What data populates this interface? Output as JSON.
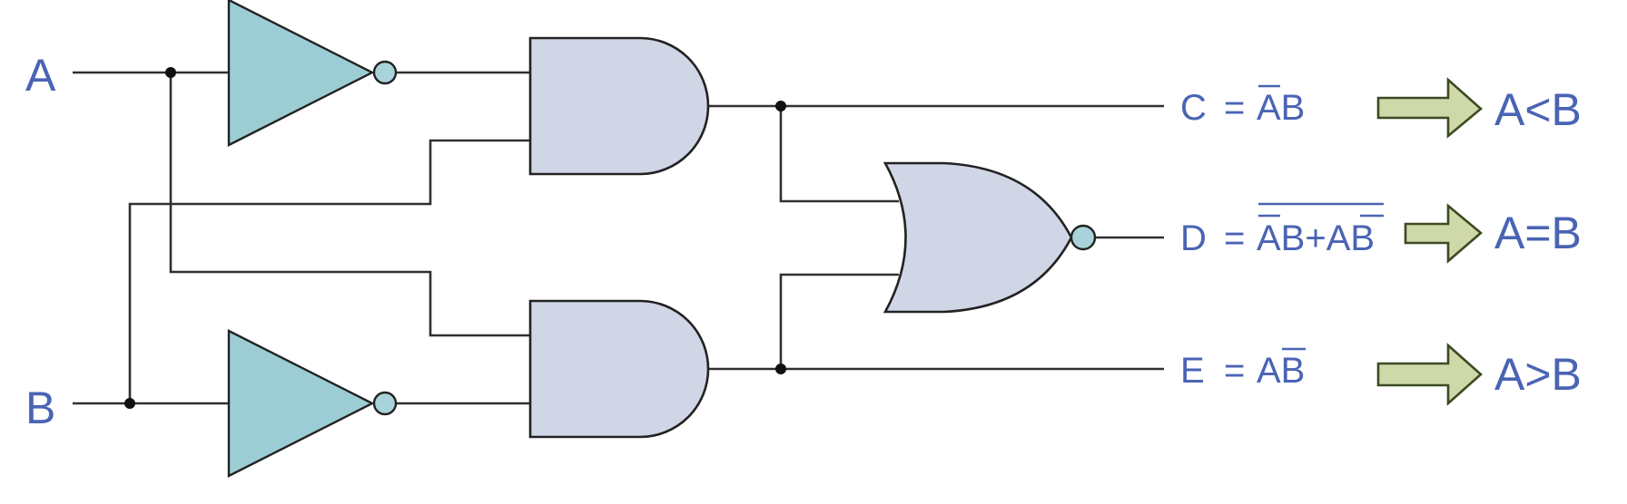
{
  "inputs": {
    "a": "A",
    "b": "B"
  },
  "outputs": {
    "c": {
      "name": "C",
      "eq": "=",
      "expr": "AB",
      "result": "A<B"
    },
    "d": {
      "name": "D",
      "eq": "=",
      "expr": "AB+AB",
      "result": "A=B"
    },
    "e": {
      "name": "E",
      "eq": "=",
      "expr": "AB",
      "result": "A>B"
    }
  },
  "colors": {
    "label": "#4a64b4",
    "not_gate": "#9ccdd4",
    "gate_body": "#d0d6e6",
    "arrow": "#cfd8a8",
    "wire": "#303030"
  }
}
